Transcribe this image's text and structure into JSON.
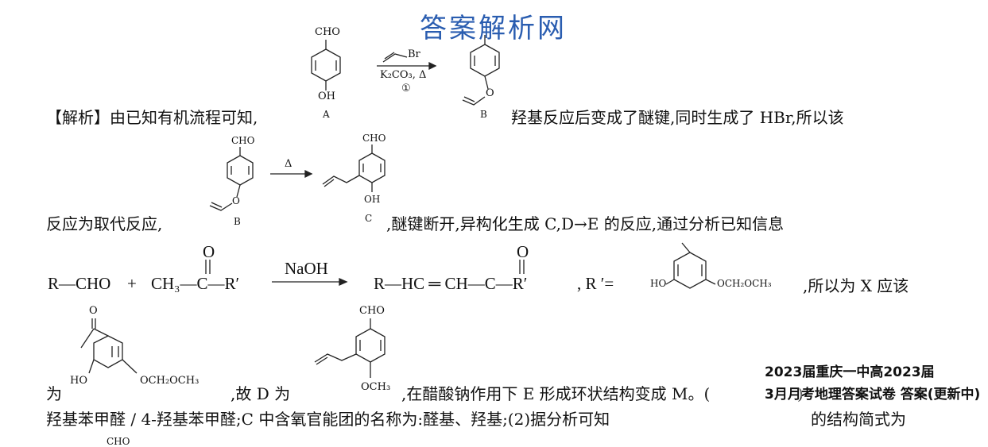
{
  "watermark": "答案解析网",
  "scheme1": {
    "a_top_group": "CHO",
    "a_bottom_group": "OH",
    "a_label": "A",
    "reagent_top": "Br",
    "reagent_bottom": "K₂CO₃, Δ",
    "step": "①",
    "b_label": "B"
  },
  "line1": {
    "prefix": "【解析】由已知有机流程可知,",
    "suffix": "羟基反应后变成了醚键,同时生成了 HBr,所以该"
  },
  "scheme2": {
    "b_top_group": "CHO",
    "b_label": "B",
    "arrow_label": "Δ",
    "c_top_group": "CHO",
    "c_bottom_group": "OH",
    "c_label": "C"
  },
  "line2": {
    "prefix": "反应为取代反应,",
    "suffix": ",醚键断开,异构化生成 C,D→E 的反应,通过分析已知信息"
  },
  "line3": {
    "reactant1": "R—CHO",
    "plus": "+",
    "reactant2": "CH₃—C—R′",
    "carbonyl_o": "O",
    "reagent": "NaOH",
    "product": "R—HC ═ CH—C—R′",
    "product_o": "O",
    "r_prime": ", R ′=",
    "r_left_group": "HO",
    "r_right_group": "OCH₂OCH₃",
    "suffix": ",所以为 X 应该"
  },
  "line4": {
    "prefix": "为",
    "x_top_group": "O",
    "x_left_group": "HO",
    "x_right_group": "OCH₂OCH₃",
    "middle": ",故 D 为",
    "d_top_group": "CHO",
    "d_bottom_group": "OCH₃",
    "suffix": ",在醋酸钠作用下 E 形成环状结构变成 M。(",
    "tail": ")"
  },
  "line5": {
    "text": "羟基苯甲醛 / 4-羟基苯甲醛;C 中含氧官能团的名称为:醛基、羟基;(2)据分析可知",
    "suffix": "的结构简式为"
  },
  "line6": {
    "cut_group": "CHO"
  },
  "corner_banner": {
    "line1": "2023届重庆一中高2023届",
    "line2": "3月月考地理答案试卷 答案(更新中)"
  }
}
